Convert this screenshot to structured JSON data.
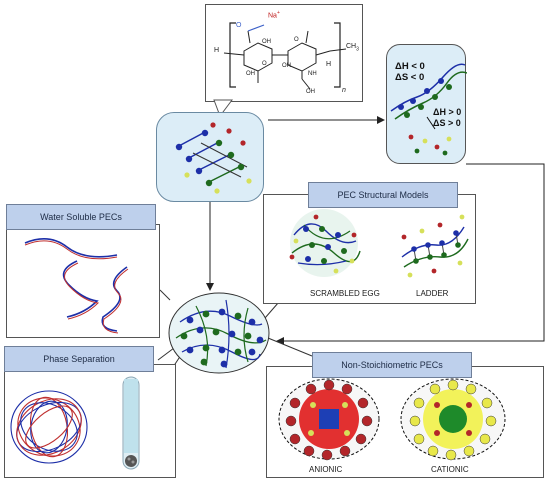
{
  "structure": {
    "counterion": "Na",
    "counterion_charge": "+",
    "repeat_subscript": "n",
    "methyl_label": "CH",
    "methyl_subscript": "3",
    "nh_label": "NH",
    "oh_label": "OH",
    "h_label": "H",
    "o_label": "O"
  },
  "thermo": {
    "upper": "ΔH < 0\nΔS < 0",
    "lower": "ΔH > 0\nΔS > 0"
  },
  "panels": {
    "water_soluble": "Water Soluble  PECs",
    "structural_models": "PEC Structural Models",
    "phase_separation": "Phase Separation",
    "non_stoichiometric": "Non-Stoichiometric  PECs"
  },
  "labels": {
    "scrambled_egg": "SCRAMBLED EGG",
    "ladder": "LADDER",
    "anionic": "ANIONIC",
    "cationic": "CATIONIC"
  },
  "colors": {
    "panel_header": "#bed0ec",
    "rounded_fill": "#dcedf7",
    "backbone_blue": "#1d2fa8",
    "backbone_green": "#1e6a1e",
    "node_yellow": "#d6e05a",
    "node_red": "#b3262a"
  }
}
